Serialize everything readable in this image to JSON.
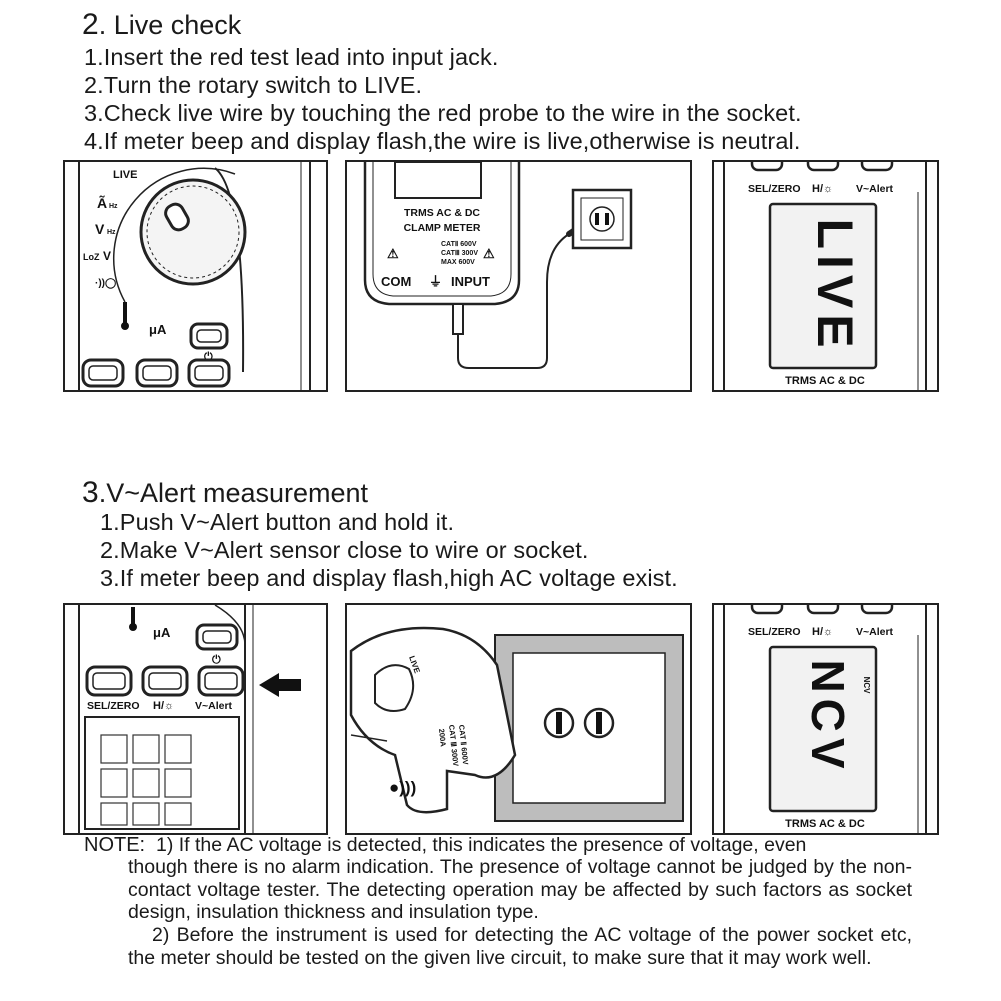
{
  "section2": {
    "number": "2",
    "title": ". Live check",
    "steps": [
      "1.Insert the red test lead into input jack.",
      "2.Turn the rotary switch to LIVE.",
      "3.Check live wire by touching the red probe to the wire in the socket.",
      "4.If meter beep and display flash,the wire is live,otherwise is neutral."
    ],
    "panel1": {
      "dial_label": "LIVE",
      "func_a": "Ã",
      "func_a_sub": "Hz",
      "func_v": "V",
      "func_v_sub": "Hz",
      "func_loz": "LoZ",
      "func_ua": "μA"
    },
    "panel2": {
      "line1": "TRMS AC & DC",
      "line2": "CLAMP METER",
      "cat1": "CATⅡ 600V",
      "cat2": "CATⅢ 300V",
      "cat3": "MAX  600V",
      "com": "COM",
      "input": "INPUT"
    },
    "panel3": {
      "btn_sel": "SEL/ZERO",
      "btn_h": "H/☼",
      "btn_alert": "V~Alert",
      "display": "LIVE",
      "footer": "TRMS AC & DC"
    }
  },
  "section3": {
    "number": "3",
    "title": ".V~Alert measurement",
    "steps": [
      "1.Push V~Alert button and hold it.",
      "2.Make V~Alert sensor close to wire or socket.",
      "3.If meter beep and display flash,high AC voltage exist."
    ],
    "panel1": {
      "func_ua": "μA",
      "btn_sel": "SEL/ZERO",
      "btn_h": "H/☼",
      "btn_alert": "V~Alert"
    },
    "panel2": {
      "clamp_text1": "CAT Ⅱ 600V",
      "clamp_text2": "CAT Ⅲ 300V",
      "clamp_text3": "200A",
      "live_label": "LIVE"
    },
    "panel3": {
      "btn_sel": "SEL/ZERO",
      "btn_h": "H/☼",
      "btn_alert": "V~Alert",
      "display": "NCV",
      "display_small": "NCV",
      "footer": "TRMS AC & DC"
    }
  },
  "note": {
    "label": "NOTE:",
    "p1_first": "1) If the AC voltage is detected, this indicates the presence of voltage, even",
    "p1_rest": "though there is no alarm indication. The presence of voltage cannot be judged by the non-contact voltage tester. The detecting operation may be affected by such factors as socket design, insulation thickness and insulation type.",
    "p2": "2) Before the instrument is used for detecting the AC voltage of the power socket etc, the meter should be tested on the given live circuit, to make sure that it may work well."
  }
}
